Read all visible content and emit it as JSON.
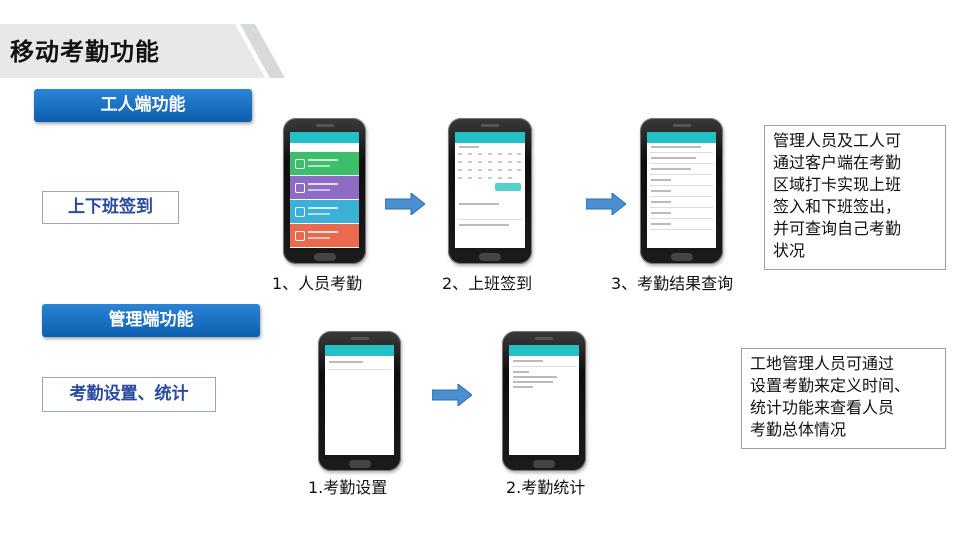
{
  "page_title": "移动考勤功能",
  "sections": {
    "worker": {
      "label": "工人端功能",
      "feature": "上下班签到",
      "steps": [
        "1、人员考勤",
        "2、上班签到",
        "3、考勤结果查询"
      ],
      "description": [
        "管理人员及工人可",
        "通过客户端在考勤",
        "区域打卡实现上班",
        "签入和下班签出，",
        "并可查询自己考勤",
        "状况"
      ]
    },
    "manager": {
      "label": "管理端功能",
      "feature": "考勤设置、统计",
      "steps": [
        "1.考勤设置",
        "2.考勤统计"
      ],
      "description": [
        "工地管理人员可通过",
        "设置考勤来定义时间、",
        "统计功能来查看人员",
        "考勤总体情况"
      ]
    }
  },
  "colors": {
    "pill_blue": "#1570c4",
    "feature_text": "#2a4aa0",
    "arrow_blue": "#4a8fd0",
    "app_teal": "#25c0c6"
  },
  "icons": {
    "arrow": "right-arrow-icon"
  }
}
